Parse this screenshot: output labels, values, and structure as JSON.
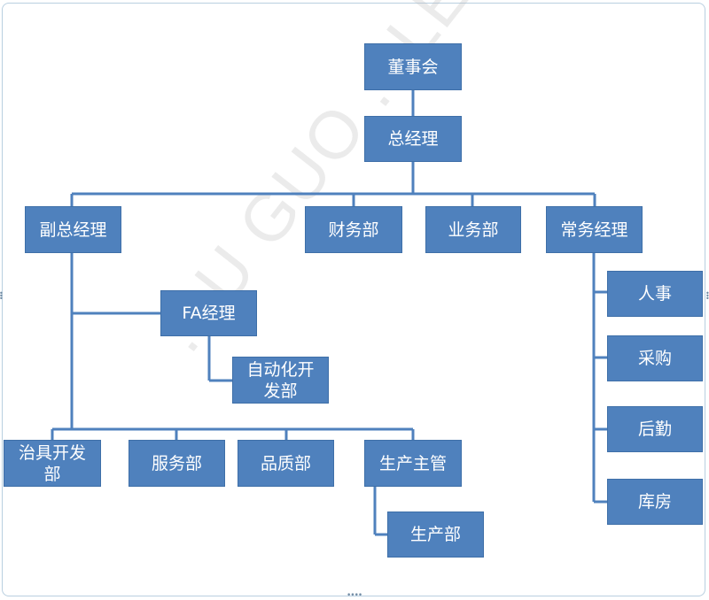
{
  "watermark": "...U GUO ...LEC TECH CO.,LTD",
  "nodes": {
    "board": "董事会",
    "gm": "总经理",
    "deputy_gm": "副总经理",
    "finance": "财务部",
    "business": "业务部",
    "exec_mgr": "常务经理",
    "fa_mgr": "FA经理",
    "automation": "自动化开发部",
    "fixture": "治具开发部",
    "service": "服务部",
    "quality": "品质部",
    "prod_mgr": "生产主管",
    "production": "生产部",
    "hr": "人事",
    "purchasing": "采购",
    "logistics": "后勤",
    "warehouse": "库房"
  },
  "colors": {
    "box_fill": "#4f81bd",
    "line": "#4f81bd"
  }
}
